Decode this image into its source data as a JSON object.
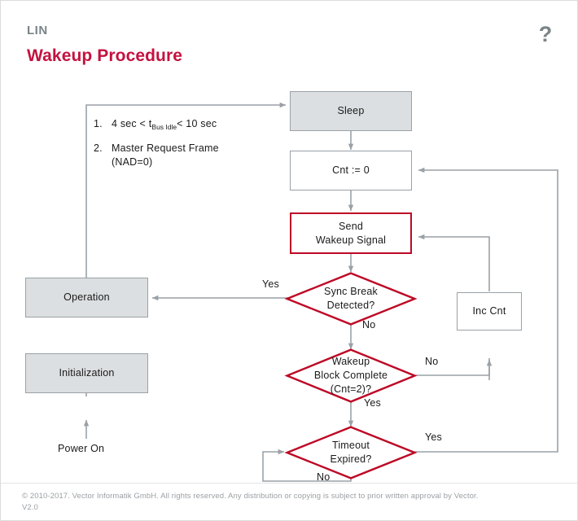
{
  "header": {
    "eyebrow": "LIN",
    "title": "Wakeup Procedure",
    "help_icon": "?"
  },
  "colors": {
    "accent": "#bd0926",
    "title": "#c4123f",
    "muted_text": "#7b8488",
    "box_fill": "#dcdfe1",
    "box_stroke": "#9aa1a6",
    "wire": "#9aa1a6",
    "footer_text": "#9a9fa3"
  },
  "notes": [
    {
      "num": "1.",
      "prefix": "4 sec < t",
      "sub": "Bus Idle",
      "suffix": "< 10 sec"
    },
    {
      "num": "2.",
      "prefix": "Master Request Frame",
      "sub": "",
      "suffix": "(NAD=0)"
    }
  ],
  "nodes": {
    "sleep": "Sleep",
    "cnt_init": "Cnt := 0",
    "send_wakeup_line1": "Send",
    "send_wakeup_line2": "Wakeup Signal",
    "sync_break_line1": "Sync Break",
    "sync_break_line2": "Detected?",
    "wakeup_block_line1": "Wakeup",
    "wakeup_block_line2": "Block Complete",
    "wakeup_block_line3": "(Cnt=2)?",
    "timeout_line1": "Timeout",
    "timeout_line2": "Expired?",
    "inc_cnt": "Inc Cnt",
    "operation": "Operation",
    "initialization": "Initialization",
    "power_on": "Power On"
  },
  "edge_labels": {
    "sync_yes": "Yes",
    "sync_no": "No",
    "wakeup_no": "No",
    "wakeup_yes": "Yes",
    "timeout_yes": "Yes",
    "timeout_no": "No"
  },
  "footer": {
    "copyright": "© 2010-2017. Vector Informatik GmbH. All rights reserved. Any distribution or copying is subject to prior written approval by Vector.",
    "version": "V2.0"
  }
}
